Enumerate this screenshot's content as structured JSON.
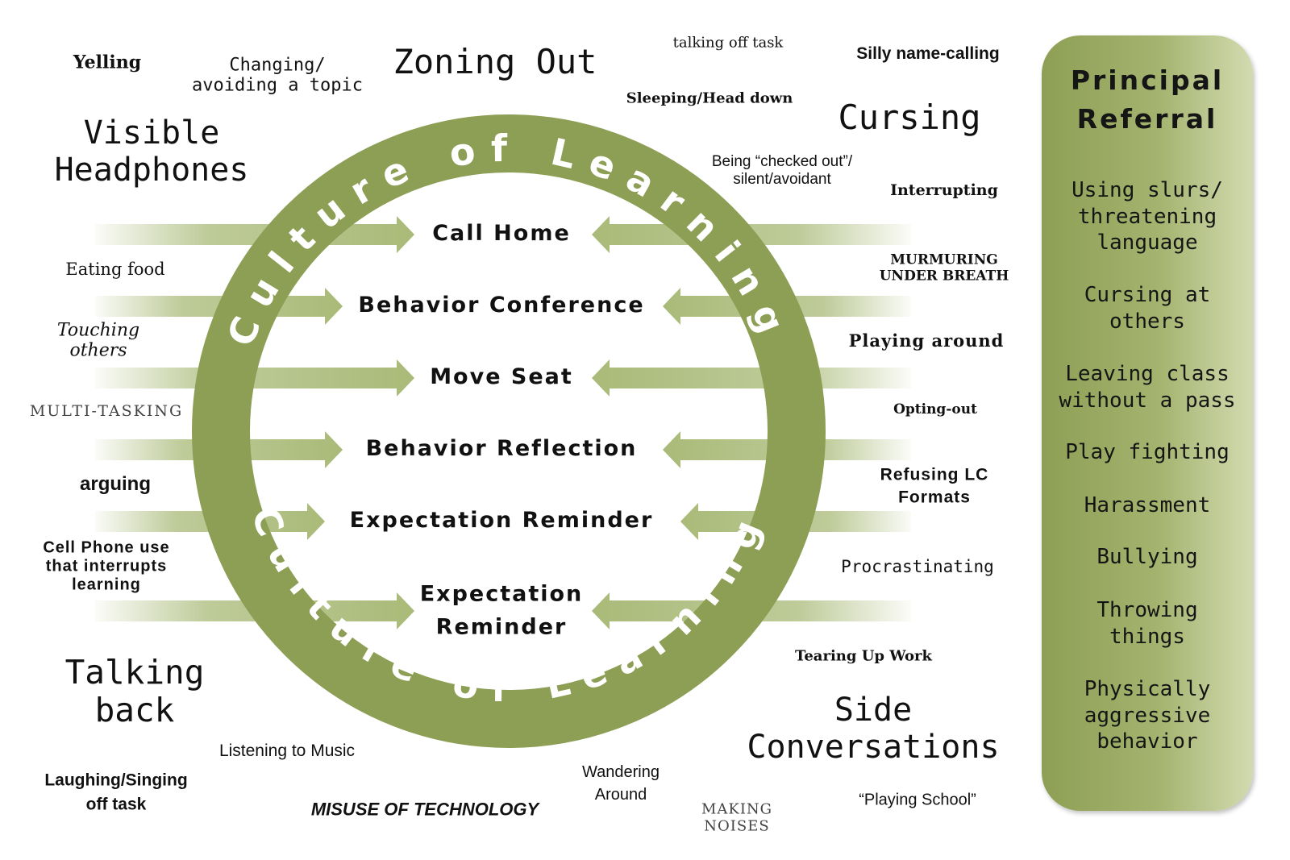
{
  "ring_text": "Culture of Learning",
  "colors": {
    "ring": "#8d9e55",
    "arrow": "#a9ba78",
    "panel": "#a4b36e",
    "text": "#111111"
  },
  "steps": [
    "Call Home",
    "Behavior Conference",
    "Move Seat",
    "Behavior Reflection",
    "Expectation Reminder",
    "Expectation\nReminder"
  ],
  "behaviors_left": [
    "Yelling",
    "Changing/\navoiding a topic",
    "Visible\nHeadphones",
    "Eating food",
    "Touching\nothers",
    "MULTI-TASKING",
    "arguing",
    "Cell Phone use\nthat interrupts\nlearning",
    "Talking\nback",
    "Laughing/Singing\noff task",
    "Listening to Music",
    "MISUSE OF TECHNOLOGY"
  ],
  "behaviors_top": [
    "Zoning Out",
    "talking off task",
    "Sleeping/Head down",
    "Silly name-calling"
  ],
  "behaviors_right": [
    "Cursing",
    "Being “checked out”/\nsilent/avoidant",
    "Interrupting",
    "MURMURING\nUNDER BREATH",
    "Playing around",
    "Opting-out",
    "Refusing LC\nFormats",
    "Procrastinating",
    "Tearing Up Work",
    "Side\nConversations",
    "“Playing School”"
  ],
  "behaviors_bottom": [
    "Wandering\nAround",
    "MAKING\nNOISES"
  ],
  "principal_referral": {
    "title": "Principal\nReferral",
    "items": [
      "Using slurs/ threatening language",
      "Cursing at others",
      "Leaving class without a pass",
      "Play fighting",
      "Harassment",
      "Bullying",
      "Throwing things",
      "Physically aggressive behavior"
    ]
  }
}
